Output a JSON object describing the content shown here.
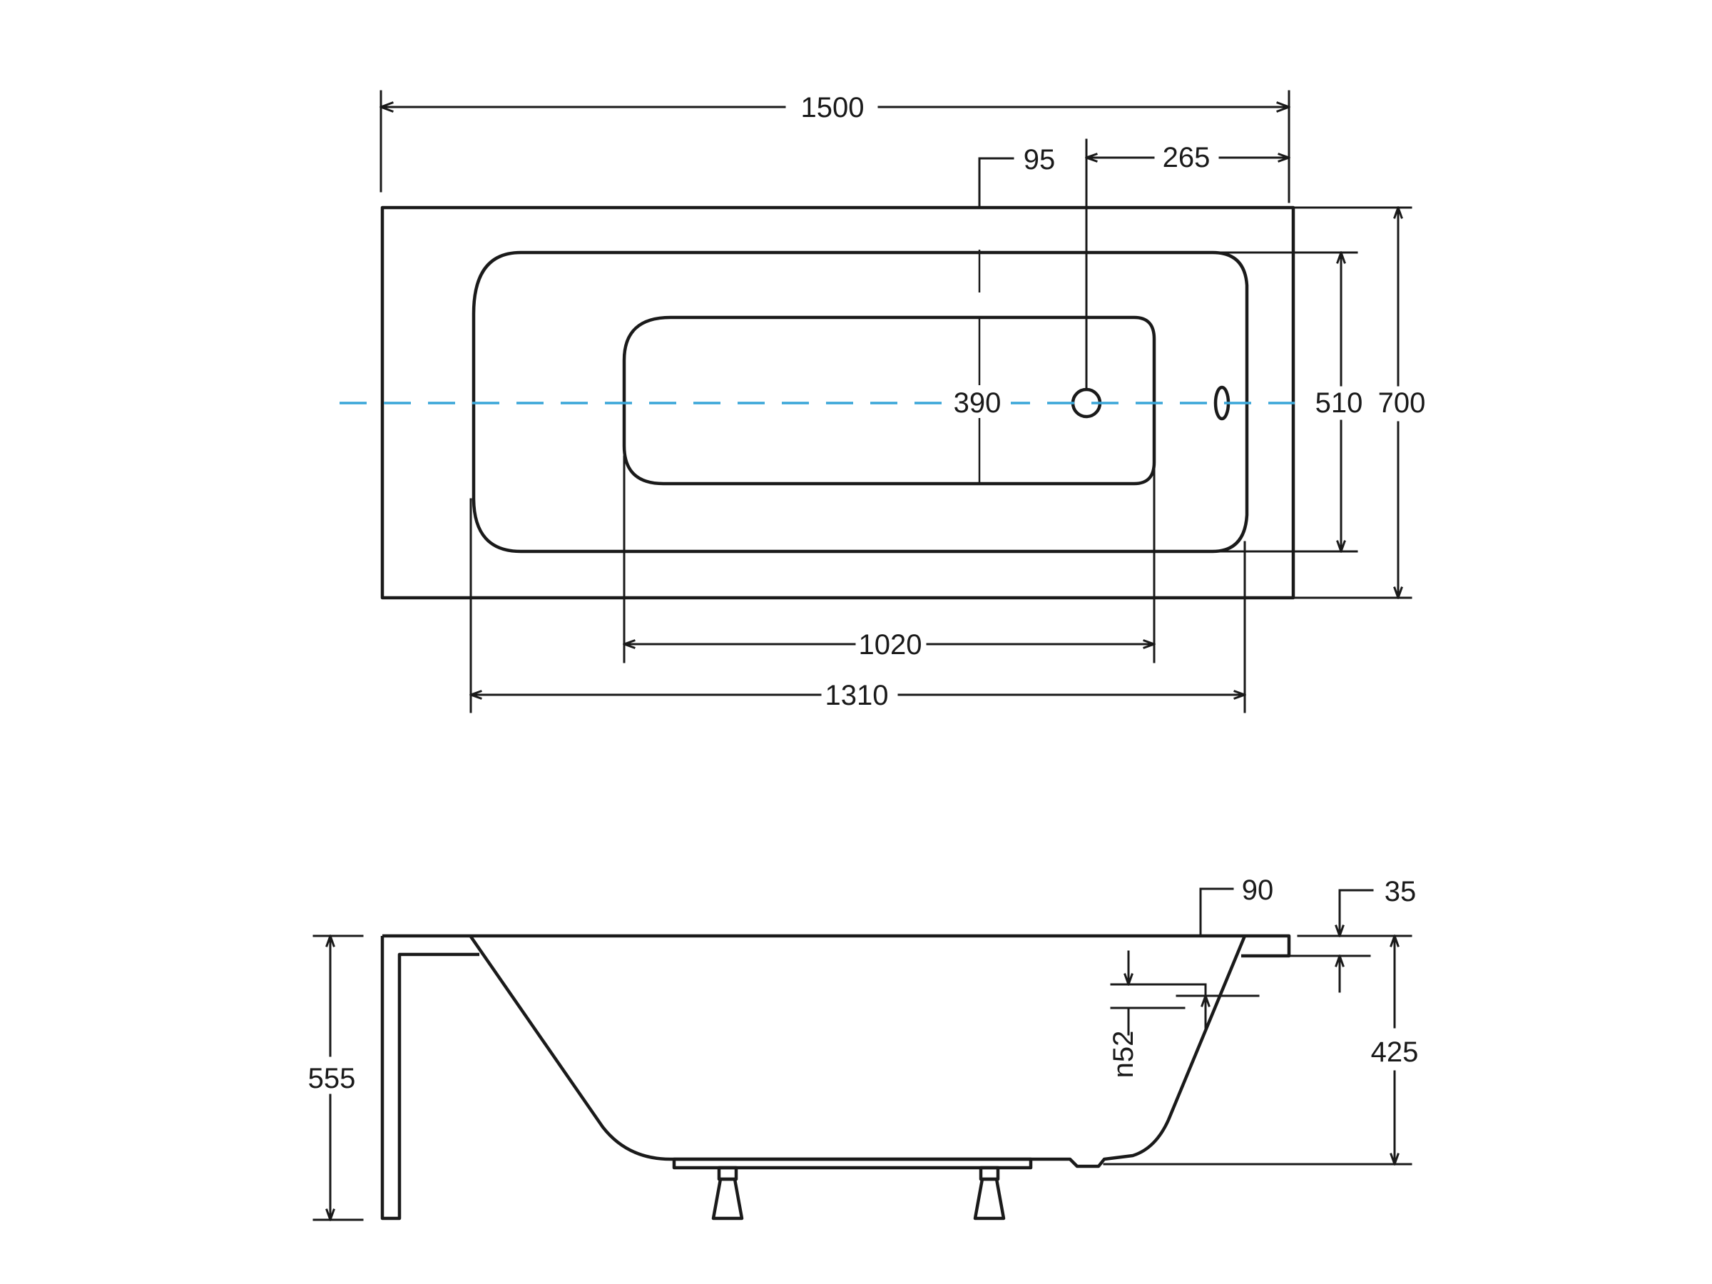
{
  "top_view": {
    "dimensions": {
      "overall_length": "1500",
      "overall_width": "700",
      "inner_width": "510",
      "bottom_width": "390",
      "inner_length": "1310",
      "bottom_length": "1020",
      "offset_95": "95",
      "offset_265": "265"
    }
  },
  "side_view": {
    "dimensions": {
      "overall_height": "555",
      "depth_425": "425",
      "offset_90": "90",
      "rim_35": "35",
      "overflow_n52": "n52"
    }
  },
  "colors": {
    "line": "#1a1a1a",
    "axis": "#3aa6d8",
    "background": "#ffffff"
  }
}
